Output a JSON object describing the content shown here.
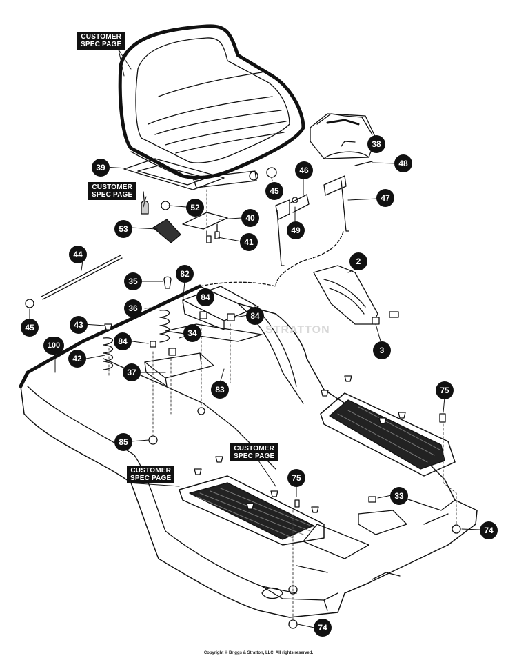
{
  "callouts": [
    {
      "line1": "CUSTOMER",
      "line2": "SPEC PAGE"
    },
    {
      "line1": "CUSTOMER",
      "line2": "SPEC PAGE"
    },
    {
      "line1": "CUSTOMER",
      "line2": "SPEC PAGE"
    },
    {
      "line1": "CUSTOMER",
      "line2": "SPEC PAGE"
    }
  ],
  "parts": [
    "38",
    "48",
    "39",
    "46",
    "47",
    "45",
    "52",
    "49",
    "40",
    "53",
    "41",
    "44",
    "2",
    "35",
    "82",
    "84",
    "84",
    "36",
    "43",
    "34",
    "3",
    "84",
    "100",
    "42",
    "37",
    "83",
    "75",
    "85",
    "75",
    "33",
    "74",
    "74",
    "45"
  ],
  "watermark": "STRATTON",
  "copyright": "Copyright © Briggs & Stratton, LLC. All rights reserved."
}
